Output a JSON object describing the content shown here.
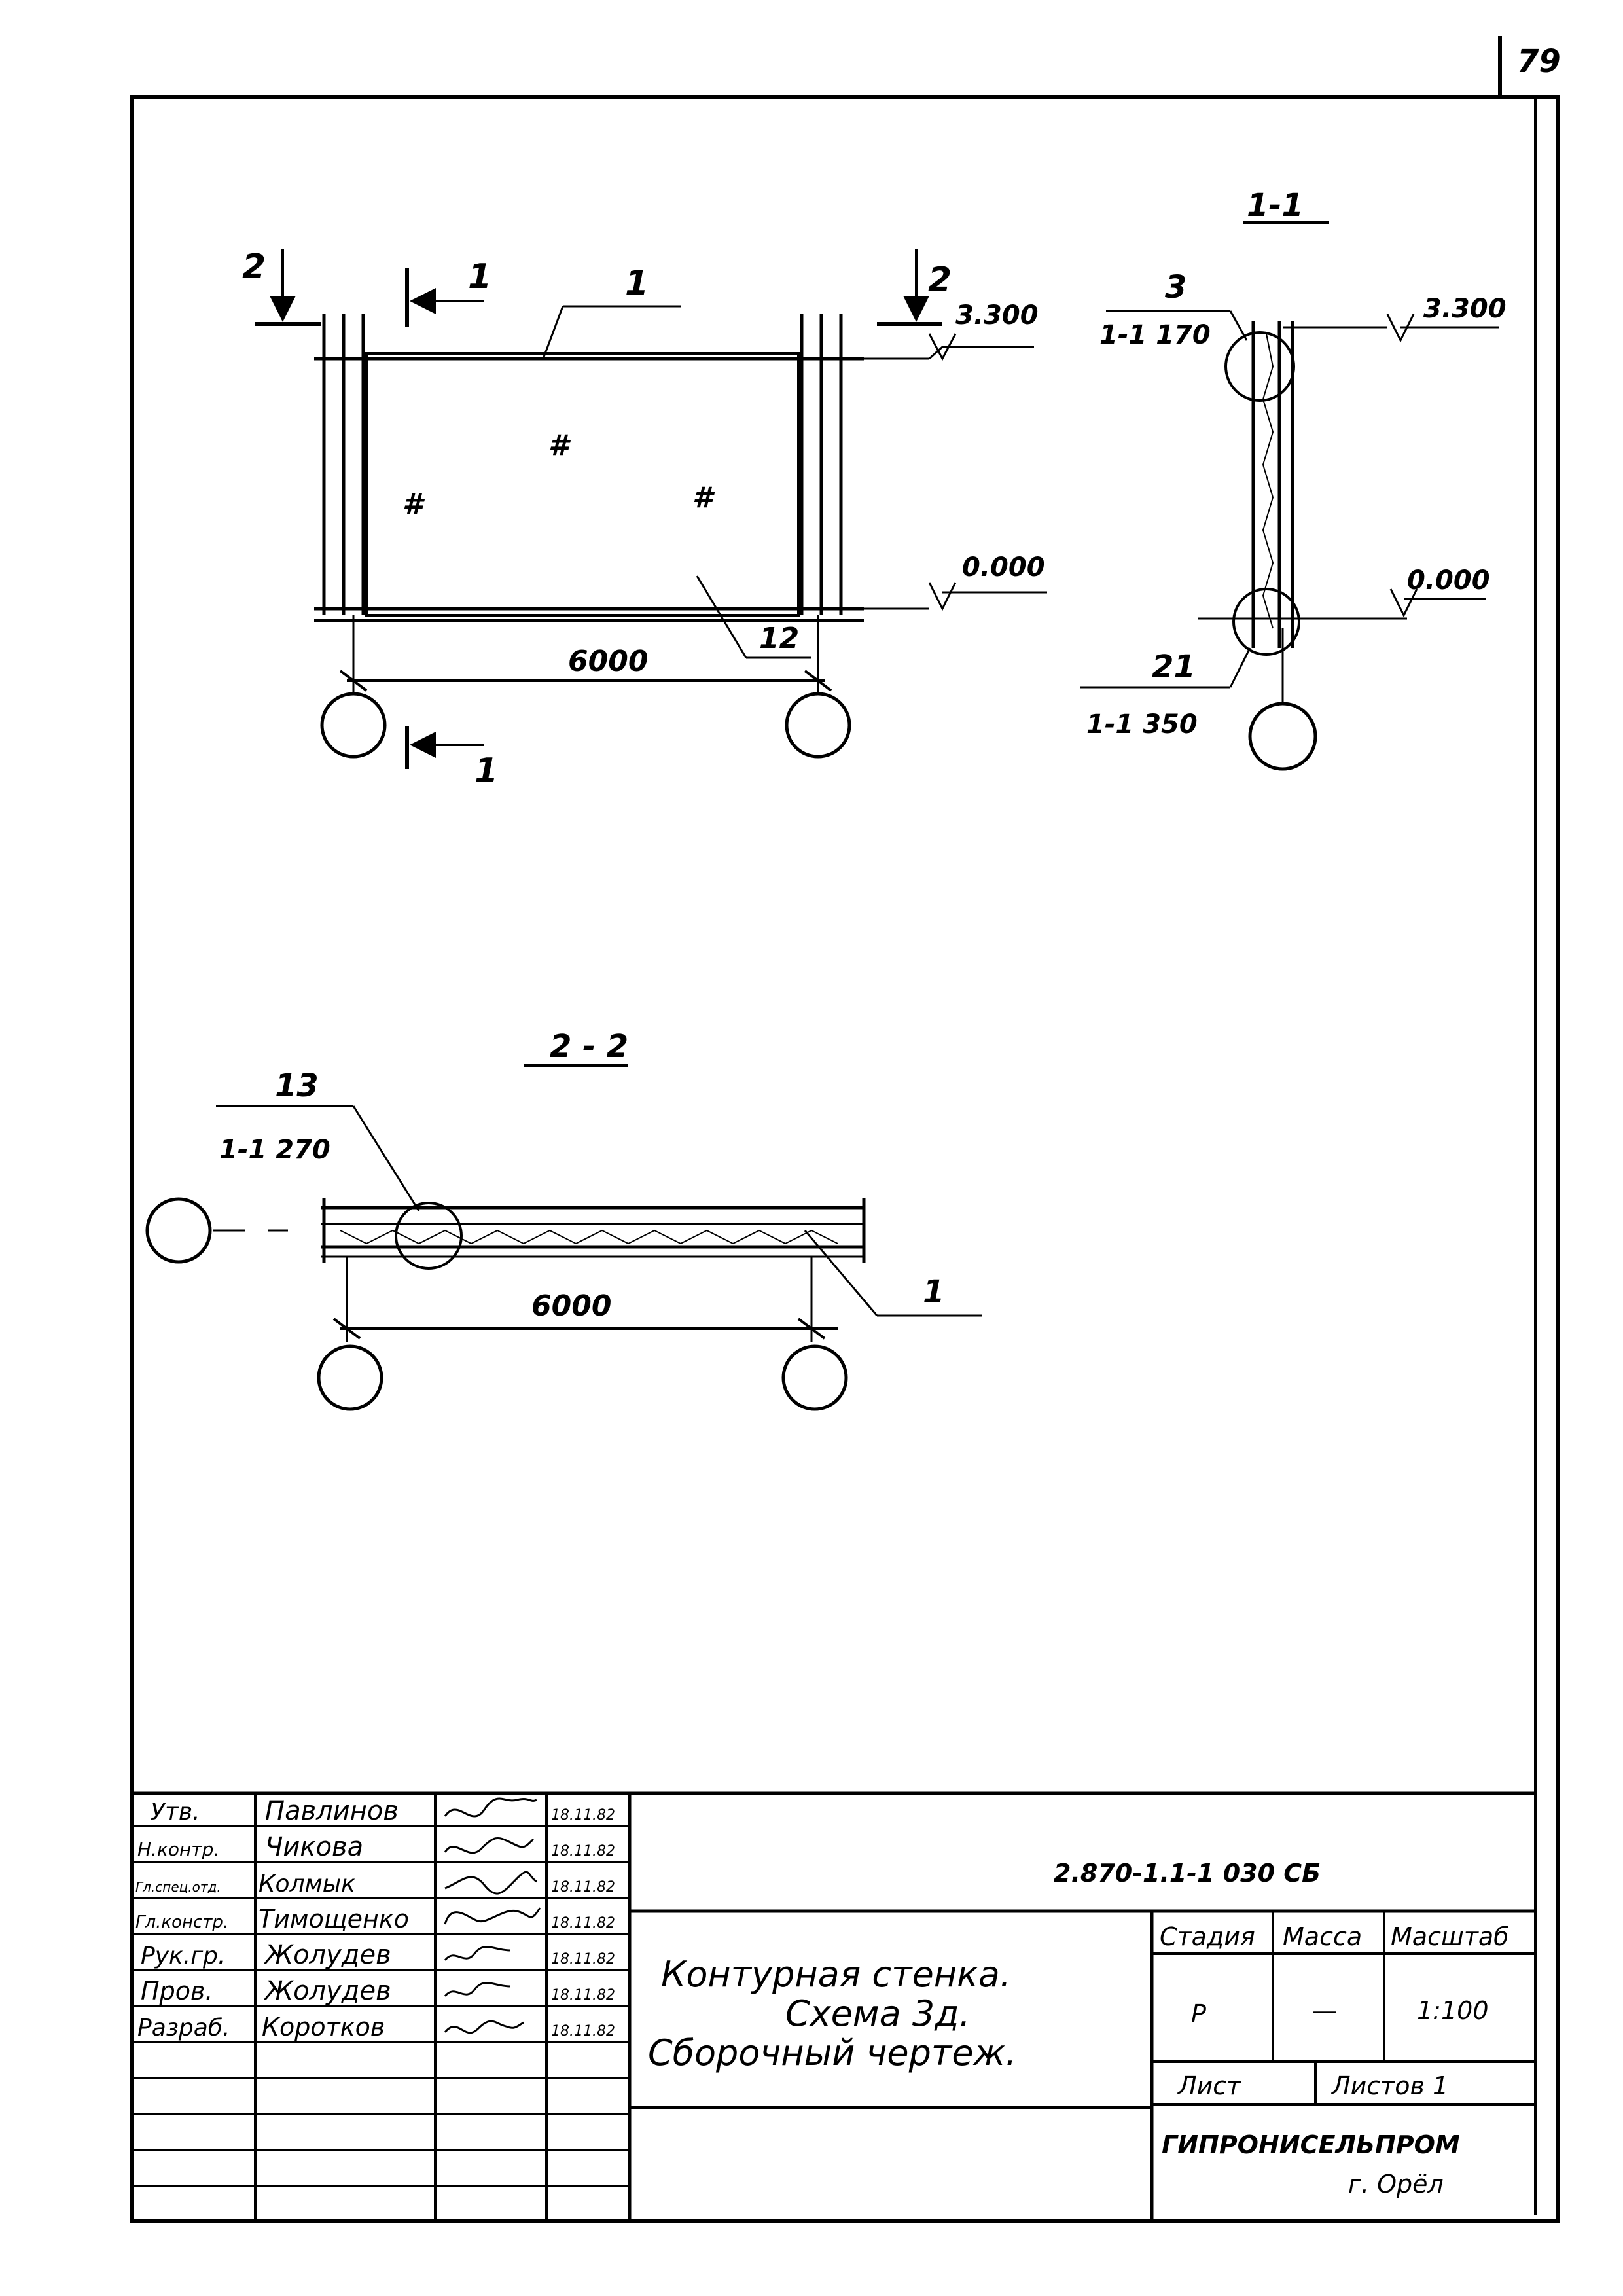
{
  "sheet_number": "79",
  "elevation_view": {
    "section_mark_left": "2",
    "section_mark_right": "2",
    "cut_mark_top": "1",
    "cut_mark_bottom": "1",
    "callout_top": "1",
    "callout_bottom": "12",
    "level_top": "3.300",
    "level_bottom": "0.000",
    "span": "6000",
    "hatch_mark": "#"
  },
  "section_1_1": {
    "title": "1-1",
    "callout_top_number": "3",
    "callout_top_ref": "1-1  170",
    "callout_bottom_number": "21",
    "callout_bottom_ref": "1-1  350",
    "level_top": "3.300",
    "level_bottom": "0.000"
  },
  "section_2_2": {
    "title": "2 - 2",
    "callout_number": "13",
    "callout_ref": "1-1  270",
    "callout_right": "1",
    "span": "6000"
  },
  "title_block": {
    "signatures": [
      {
        "role": "Утв.",
        "name": "Павлинов",
        "date": "18.11.82"
      },
      {
        "role": "Н.контр.",
        "name": "Чикова",
        "date": "18.11.82"
      },
      {
        "role": "Гл.спец.отд.",
        "name": "Колмык",
        "date": "18.11.82"
      },
      {
        "role": "Гл.констр.",
        "name": "Тимощенко",
        "date": "18.11.82"
      },
      {
        "role": "Рук.гр.",
        "name": "Жолудев",
        "date": "18.11.82"
      },
      {
        "role": "Пров.",
        "name": "Жолудев",
        "date": "18.11.82"
      },
      {
        "role": "Разраб.",
        "name": "Коротков",
        "date": "18.11.82"
      }
    ],
    "document_code": "2.870-1.1-1 030  СБ",
    "title_line1": "Контурная   стенка.",
    "title_line2": "Схема 3д.",
    "title_line3": "Сборочный   чертеж.",
    "stage_label": "Стадия",
    "mass_label": "Масса",
    "scale_label": "Масштаб",
    "stage_value": "Р",
    "mass_value": "—",
    "scale_value": "1:100",
    "sheet_label": "Лист",
    "sheets_label": "Листов  1",
    "organization": "ГИПРОНИСЕЛЬПРОМ",
    "city": "г. Орёл"
  }
}
